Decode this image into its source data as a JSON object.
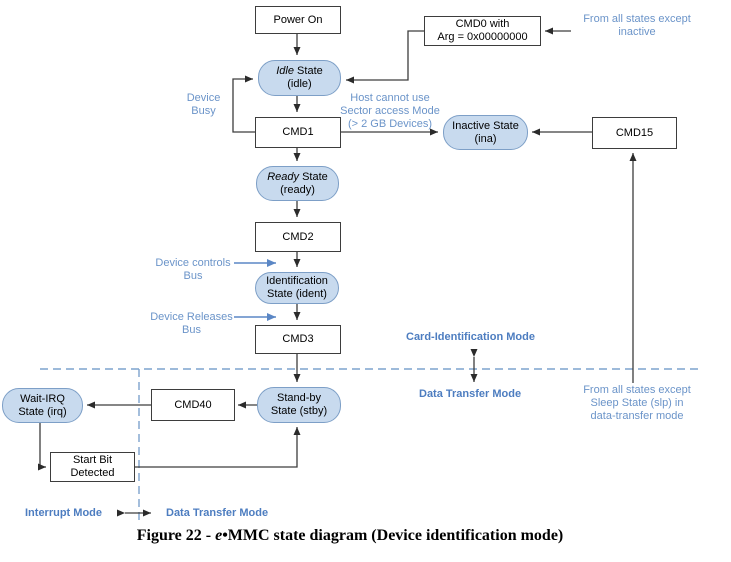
{
  "diagram": {
    "boxes": {
      "power_on": "Power On",
      "cmd0_line1": "CMD0 with",
      "cmd0_line2": "Arg = 0x00000000",
      "cmd1": "CMD1",
      "cmd15": "CMD15",
      "cmd2": "CMD2",
      "cmd3": "CMD3",
      "cmd40": "CMD40",
      "start_bit_line1": "Start Bit",
      "start_bit_line2": "Detected"
    },
    "states": {
      "idle": {
        "emph": "Idle",
        "rest": " State",
        "sub": "(idle)"
      },
      "ready": {
        "emph": "Ready",
        "rest": " State",
        "sub": "(ready)"
      },
      "inactive": {
        "line1": "Inactive State",
        "line2": "(ina)"
      },
      "ident": {
        "line1": "Identification",
        "line2": "State (ident)"
      },
      "stby": {
        "line1": "Stand-by",
        "line2": "State (stby)"
      },
      "irq": {
        "line1": "Wait-IRQ",
        "line2": "State (irq)"
      }
    },
    "labels": {
      "from_all_inactive_1": "From all states except",
      "from_all_inactive_2": "inactive",
      "device_busy_1": "Device",
      "device_busy_2": "Busy",
      "host_cannot_1": "Host cannot use",
      "host_cannot_2": "Sector access Mode",
      "host_cannot_3": "(> 2 GB Devices)",
      "device_controls_1": "Device controls",
      "device_controls_2": "Bus",
      "device_releases_1": "Device Releases",
      "device_releases_2": "Bus",
      "card_identification_mode": "Card-Identification Mode",
      "data_transfer_mode_right": "Data Transfer Mode",
      "from_all_sleep_1": "From all states except",
      "from_all_sleep_2": "Sleep State (slp) in",
      "from_all_sleep_3": "data-transfer mode",
      "interrupt_mode": "Interrupt Mode",
      "data_transfer_mode_bottom": "Data Transfer Mode"
    },
    "caption": {
      "prefix": "Figure 22 - ",
      "emph": "e",
      "rest": "•MMC state diagram (Device identification mode)"
    },
    "colors": {
      "state_fill": "#c8daee",
      "state_border": "#7d9fc7",
      "label_blue": "#6b94c9",
      "mode_label_blue": "#4d7dc0",
      "dashed_line_blue": "#7da3cd",
      "connector_dark": "#3d3d3d"
    }
  }
}
